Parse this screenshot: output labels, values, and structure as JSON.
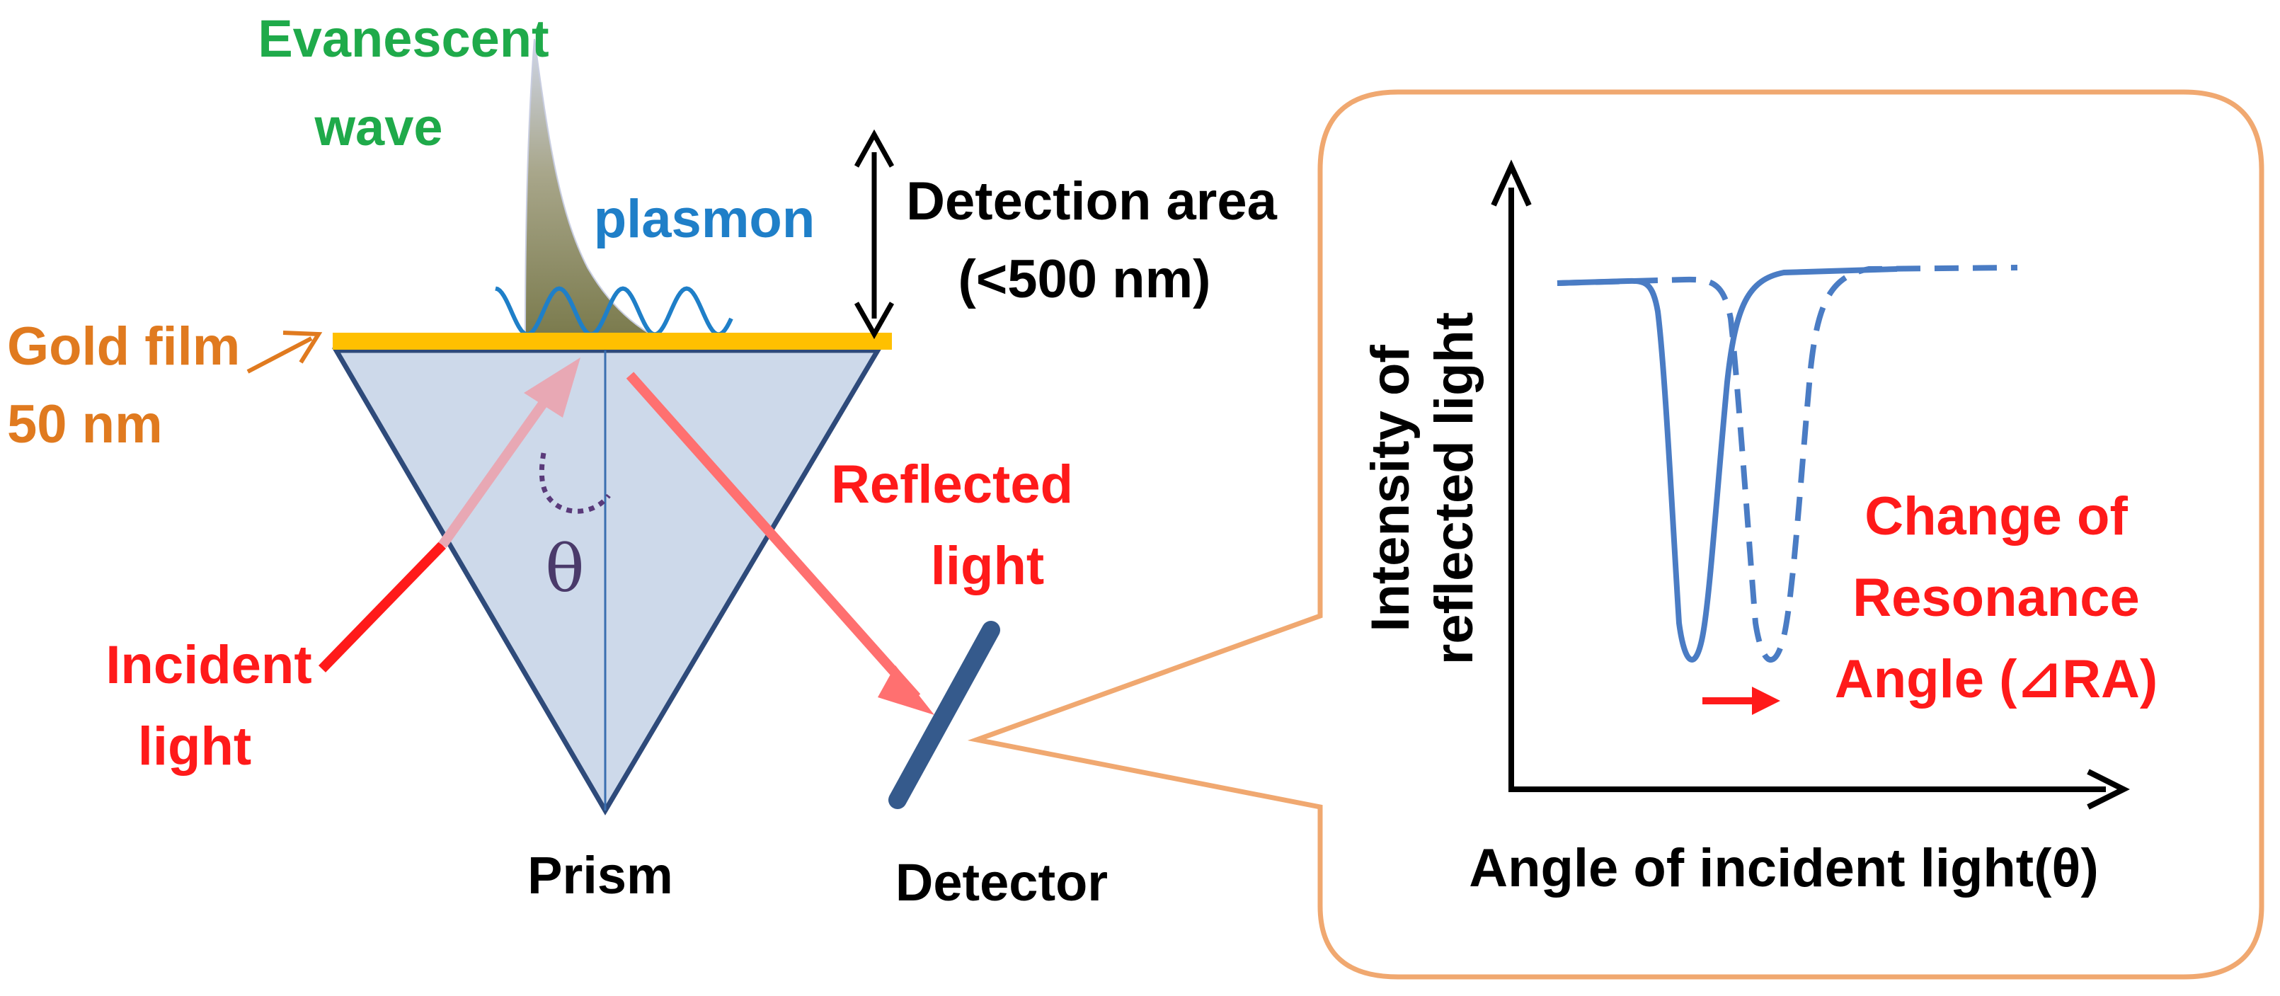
{
  "labels": {
    "evanescent_line1": "Evanescent",
    "evanescent_line2": "wave",
    "plasmon": "plasmon",
    "detection_line1": "Detection area",
    "detection_line2": "(<500 nm)",
    "gold_line1": "Gold film",
    "gold_line2": "50 nm",
    "reflected_line1": "Reflected",
    "reflected_line2": "light",
    "incident_line1": "Incident",
    "incident_line2": "light",
    "theta": "θ",
    "prism": "Prism",
    "detector": "Detector"
  },
  "inset": {
    "ylabel_line1": "Intensity of",
    "ylabel_line2": "reflected light",
    "xlabel": "Angle of incident light(θ)",
    "change_line1": "Change of",
    "change_line2": "Resonance",
    "change_line3": "Angle (⊿RA)"
  },
  "colors": {
    "green": "#1faa4a",
    "blue": "#1f7fc8",
    "orange": "#e07a1f",
    "red": "#ff1a1a",
    "gold": "#ffc000",
    "prism_fill": "#cdd9ea",
    "prism_stroke": "#2e4a7a",
    "curve": "#4a7cc4",
    "callout": "#f0a870"
  }
}
